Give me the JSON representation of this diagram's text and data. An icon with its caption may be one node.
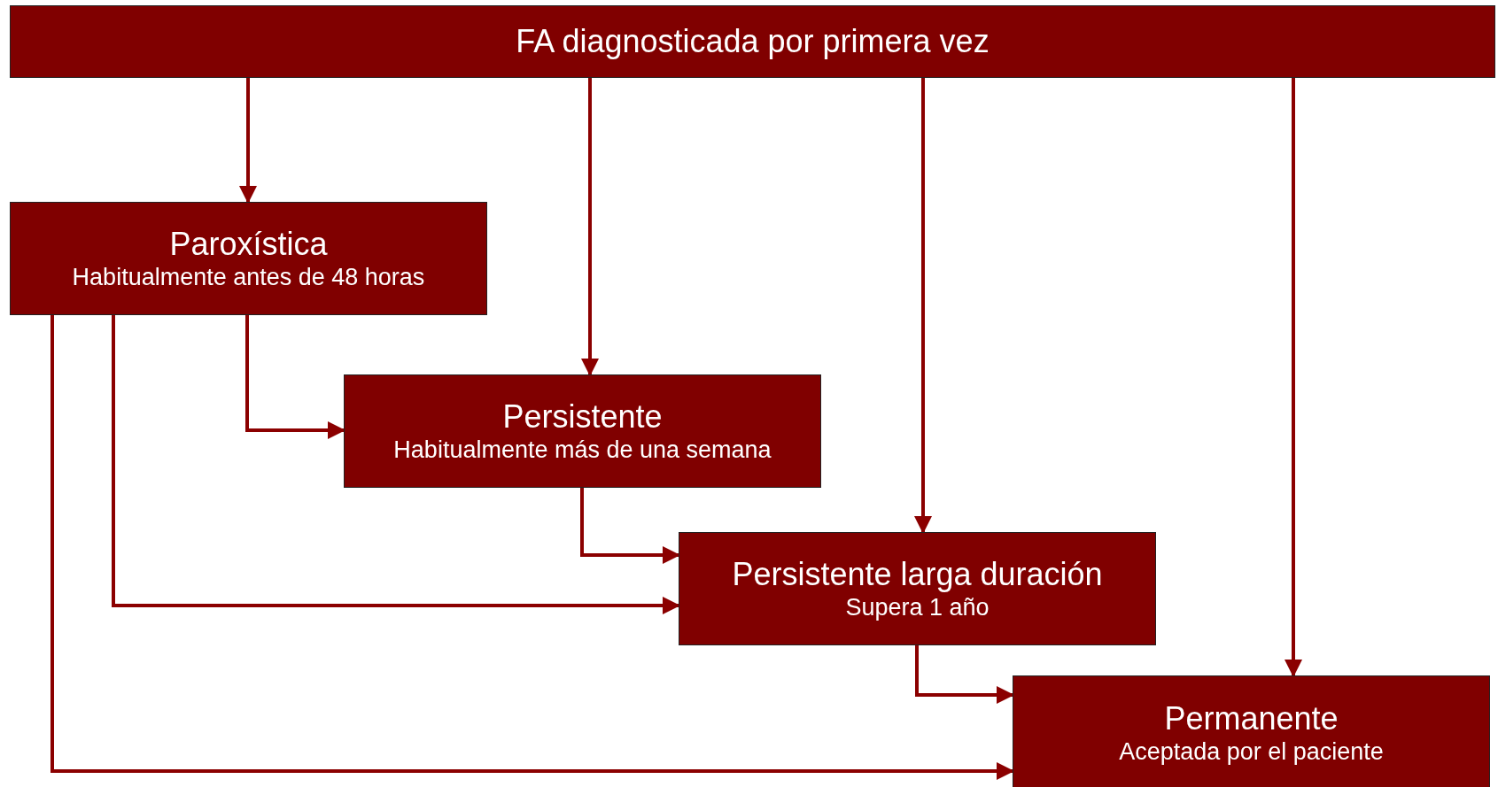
{
  "diagram": {
    "nodes": [
      {
        "text": [
          "FA diagnosticada por primera vez"
        ]
      },
      {
        "text": [
          "Paroxística",
          "Habitualmente antes de 48 horas"
        ]
      },
      {
        "text": [
          "Persistente",
          "Habitualmente más de una semana"
        ]
      },
      {
        "text": [
          "Persistente larga duración",
          "Supera 1 año"
        ]
      },
      {
        "text": [
          "Permanente",
          "Aceptada por el paciente"
        ]
      }
    ],
    "edges": [
      {
        "from": 0,
        "to": 1,
        "arrow": "to"
      },
      {
        "from": 0,
        "to": 2,
        "arrow": "to"
      },
      {
        "from": 0,
        "to": 3,
        "arrow": "to"
      },
      {
        "from": 0,
        "to": 4,
        "arrow": "to"
      },
      {
        "from": 1,
        "to": 2,
        "arrow": "to"
      },
      {
        "from": 2,
        "to": 3,
        "arrow": "to"
      },
      {
        "from": 1,
        "to": 3,
        "arrow": "to"
      },
      {
        "from": 3,
        "to": 4,
        "arrow": "to"
      },
      {
        "from": 1,
        "to": 4,
        "arrow": "to"
      }
    ]
  }
}
